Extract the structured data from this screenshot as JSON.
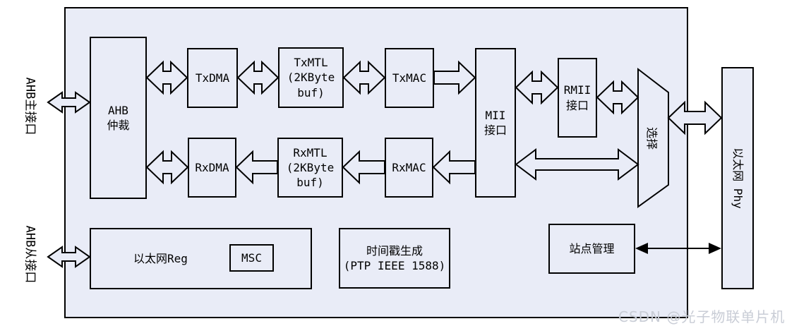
{
  "diagram": {
    "side_labels": {
      "ahb_master": "AHB主接口",
      "ahb_slave": "AHB从接口"
    },
    "blocks": {
      "ahb_arbiter": "AHB\n仲裁",
      "txdma": "TxDMA",
      "txmtl": "TxMTL\n(2KByte\nbuf)",
      "txmac": "TxMAC",
      "rxdma": "RxDMA",
      "rxmtl": "RxMTL\n(2KByte\nbuf)",
      "rxmac": "RxMAC",
      "mii": "MII\n接口",
      "rmii": "RMII\n接口",
      "selector": "选择",
      "eth_reg": "以太网Reg",
      "msc": "MSC",
      "timestamp": "时间戳生成\n(PTP IEEE 1588)",
      "station_mgmt": "站点管理",
      "eth_phy": "以太网 Phy"
    },
    "watermark": "CSDN @光子物联单片机",
    "colors": {
      "block_fill": "#E9ECF7",
      "line": "#000000",
      "watermark_text": "#C9CDD6"
    }
  }
}
